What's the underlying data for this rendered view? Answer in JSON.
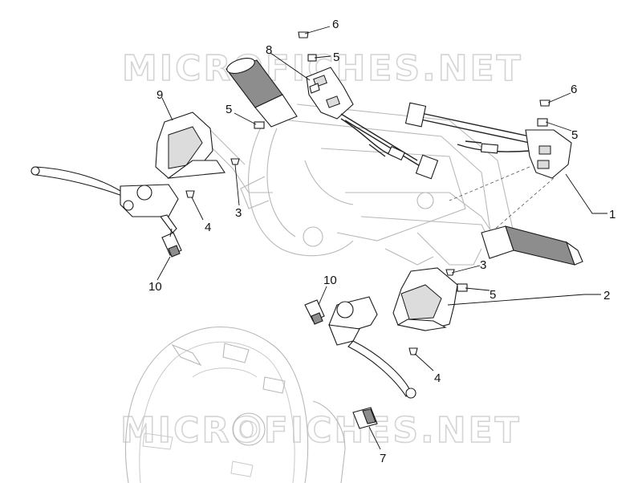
{
  "watermark": "MICROFICHES.NET",
  "callouts": [
    "1",
    "2",
    "3",
    "3",
    "4",
    "4",
    "5",
    "5",
    "5",
    "5",
    "6",
    "6",
    "7",
    "8",
    "9",
    "10",
    "10"
  ]
}
